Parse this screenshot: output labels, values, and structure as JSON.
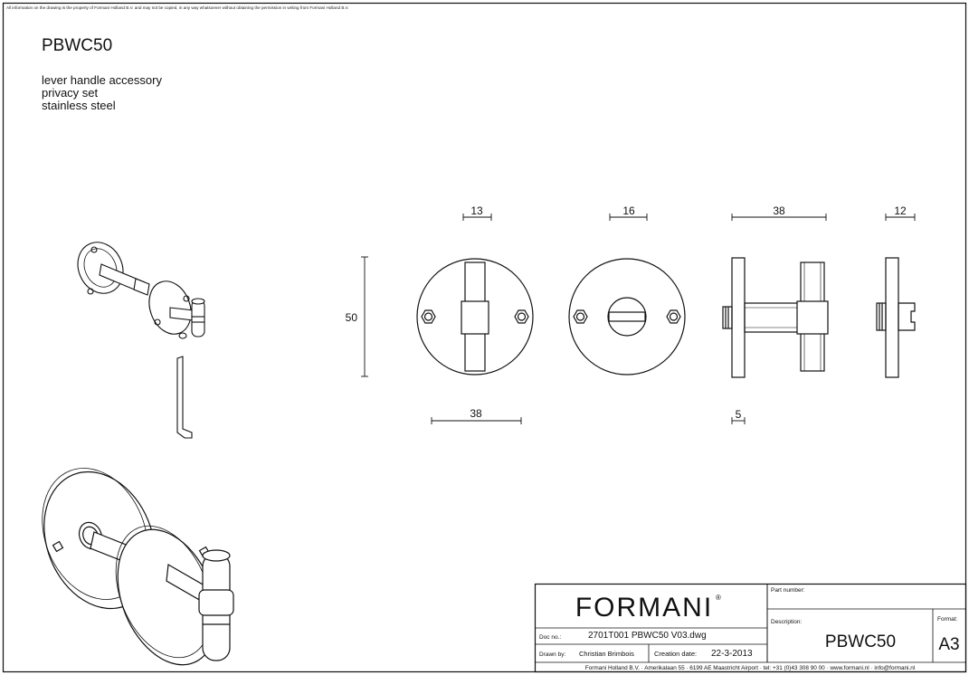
{
  "disclaimer": "All information on the drawing is the property of Formani Holland B.V. and may not be copied, in any way whatsoever without obtaining the permission in writing from Formani Holland B.V.",
  "product": {
    "code": "PBWC50",
    "description_lines": [
      "lever handle accessory",
      "privacy set",
      "stainless steel"
    ]
  },
  "dimensions": {
    "top_13": "13",
    "top_16": "16",
    "top_38": "38",
    "top_12": "12",
    "height_50": "50",
    "bottom_38": "38",
    "bottom_5": "5"
  },
  "title_block": {
    "logo": "FORMANI",
    "logo_mark": "®",
    "part_number_label": "Part number:",
    "description_label": "Description:",
    "description_value": "PBWC50",
    "format_label": "Format:",
    "format_value": "A3",
    "doc_no_label": "Doc no.:",
    "doc_no_value": "2701T001 PBWC50 V03.dwg",
    "drawn_by_label": "Drawn by:",
    "drawn_by_value": "Christian Brimbois",
    "creation_date_label": "Creation date:",
    "creation_date_value": "22-3-2013",
    "footer": "Formani Holland B.V. · Amerikalaan 55 · 6199 AE Maastricht Airport · tel: +31 (0)43 308 90 00 · www.formani.nl · info@formani.nl"
  }
}
